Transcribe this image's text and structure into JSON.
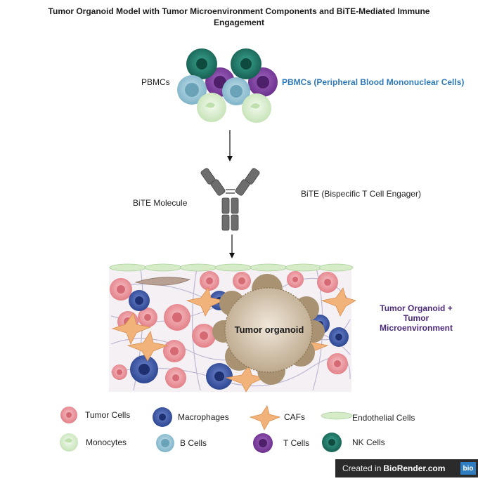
{
  "title": "Tumor Organoid Model with Tumor Microenvironment Components and BiTE-Mediated Immune Engagement",
  "labels": {
    "pbmcs_short": "PBMCs",
    "pbmcs_full": "PBMCs  (Peripheral Blood Mononuclear Cells)",
    "bite_short": "BiTE Molecule",
    "bite_full": "BiTE  (Bispecific T Cell Engager)",
    "organoid_center": "Tumor organoid",
    "tme": "Tumor Organoid + Tumor Microenvironment"
  },
  "legend": [
    {
      "label": "Tumor Cells",
      "icon": "tumor-cell-icon"
    },
    {
      "label": "Macrophages",
      "icon": "macrophage-icon"
    },
    {
      "label": "CAFs",
      "icon": "caf-icon"
    },
    {
      "label": "Endothelial Cells",
      "icon": "endothelial-cell-icon"
    },
    {
      "label": "Monocytes",
      "icon": "monocyte-icon"
    },
    {
      "label": "B Cells",
      "icon": "b-cell-icon"
    },
    {
      "label": "T Cells",
      "icon": "t-cell-icon"
    },
    {
      "label": "NK Cells",
      "icon": "nk-cell-icon"
    }
  ],
  "colors": {
    "tumor": "#e88e95",
    "macrophage": "#3d57a8",
    "caf": "#f2b37a",
    "endothelial": "#cfe8c6",
    "monocyte": "#dff0d4",
    "b_cell": "#8fc0d3",
    "t_cell": "#7a3b9a",
    "nk_cell": "#1f7a6a",
    "organoid": "#d9cbb6",
    "accent_blue": "#2e7ab8",
    "accent_purple": "#4b2a7a"
  },
  "footer": {
    "created_in": "Created in",
    "brand": "BioRender.com",
    "logo": "bio"
  }
}
